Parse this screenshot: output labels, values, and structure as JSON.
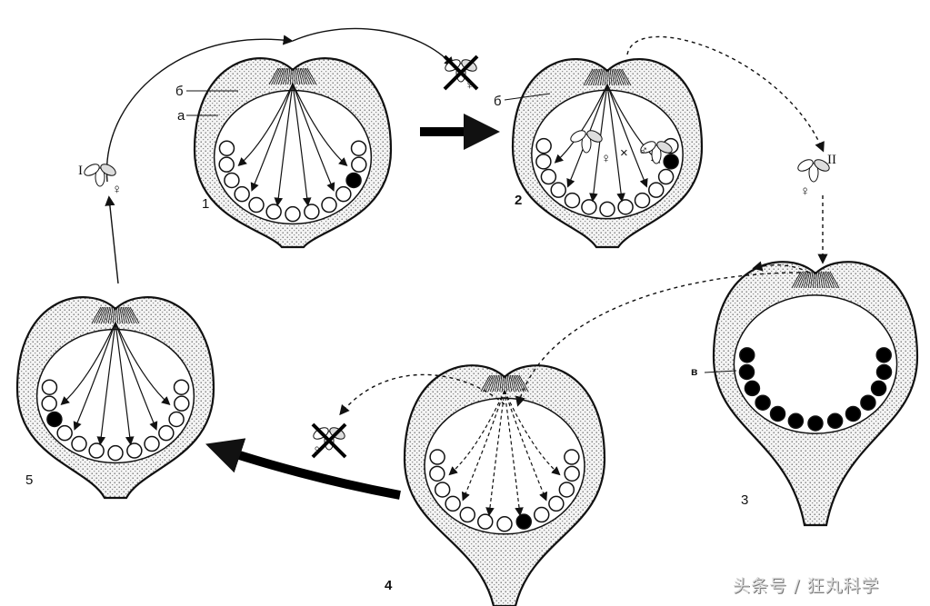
{
  "stage_labels": {
    "s1": "1",
    "s2": "2",
    "s3": "3",
    "s4": "4",
    "s5": "5"
  },
  "generation_labels": {
    "g1": "I",
    "g2": "II"
  },
  "part_labels": {
    "b1": "б",
    "a1": "а",
    "b2": "б",
    "v3": "в"
  },
  "symbols": {
    "female": "♀",
    "male": "♂",
    "cross": "×"
  },
  "watermark": "头条号 / 狂丸科学",
  "colors": {
    "ink": "#111111",
    "stipple": "#f2f2f2",
    "wasp_dark": "#000000"
  }
}
